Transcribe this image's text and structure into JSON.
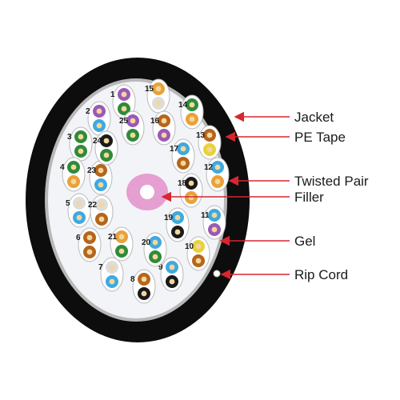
{
  "callouts": [
    {
      "id": "jacket",
      "label": "Jacket"
    },
    {
      "id": "pe-tape",
      "label": "PE Tape"
    },
    {
      "id": "twisted-pair",
      "label": "Twisted Pair"
    },
    {
      "id": "filler",
      "label": "Filler"
    },
    {
      "id": "gel",
      "label": "Gel"
    },
    {
      "id": "rip-cord",
      "label": "Rip Cord"
    }
  ],
  "pairs": [
    {
      "label": "1",
      "colors": [
        "#9b59b6",
        "#2e8b3a"
      ]
    },
    {
      "label": "2",
      "colors": [
        "#9b59b6",
        "#3fa9e0"
      ]
    },
    {
      "label": "3",
      "colors": [
        "#2e8b3a",
        "#2e8b3a"
      ]
    },
    {
      "label": "4",
      "colors": [
        "#2e8b3a",
        "#e8a23a"
      ]
    },
    {
      "label": "5",
      "colors": [
        "#dddddd",
        "#3fa9e0"
      ]
    },
    {
      "label": "6",
      "colors": [
        "#b5651d",
        "#b5651d"
      ]
    },
    {
      "label": "7",
      "colors": [
        "#dddddd",
        "#3fa9e0"
      ]
    },
    {
      "label": "8",
      "colors": [
        "#b5651d",
        "#1a1a1a"
      ]
    },
    {
      "label": "9",
      "colors": [
        "#3fa9e0",
        "#1a1a1a"
      ]
    },
    {
      "label": "10",
      "colors": [
        "#e8d23a",
        "#b5651d"
      ]
    },
    {
      "label": "11",
      "colors": [
        "#3fa9e0",
        "#9b59b6"
      ]
    },
    {
      "label": "12",
      "colors": [
        "#3fa9e0",
        "#e8a23a"
      ]
    },
    {
      "label": "13",
      "colors": [
        "#b5651d",
        "#e8d23a"
      ]
    },
    {
      "label": "14",
      "colors": [
        "#2e8b3a",
        "#e8a23a"
      ]
    },
    {
      "label": "15",
      "colors": [
        "#e8a23a",
        "#dddddd"
      ]
    },
    {
      "label": "16",
      "colors": [
        "#b5651d",
        "#9b59b6"
      ]
    },
    {
      "label": "17",
      "colors": [
        "#3fa9e0",
        "#b5651d"
      ]
    },
    {
      "label": "18",
      "colors": [
        "#1a1a1a",
        "#e8a23a"
      ]
    },
    {
      "label": "19",
      "colors": [
        "#3fa9e0",
        "#1a1a1a"
      ]
    },
    {
      "label": "20",
      "colors": [
        "#3fa9e0",
        "#2e8b3a"
      ]
    },
    {
      "label": "21",
      "colors": [
        "#e8a23a",
        "#2e8b3a"
      ]
    },
    {
      "label": "22",
      "colors": [
        "#dddddd",
        "#b5651d"
      ]
    },
    {
      "label": "23",
      "colors": [
        "#b5651d",
        "#3fa9e0"
      ]
    },
    {
      "label": "24",
      "colors": [
        "#1a1a1a",
        "#2e8b3a"
      ]
    },
    {
      "label": "25",
      "colors": [
        "#9b59b6",
        "#2e8b3a"
      ]
    }
  ],
  "colors": {
    "jacket": "#0d0d0d",
    "tape": "#b8b8b8",
    "gel": "#f3f4f8",
    "arrow": "#d6262e",
    "filler_ring": "#e59fd0",
    "filler_core": "#ffffff",
    "pair_outline": "#b9b9b9"
  }
}
